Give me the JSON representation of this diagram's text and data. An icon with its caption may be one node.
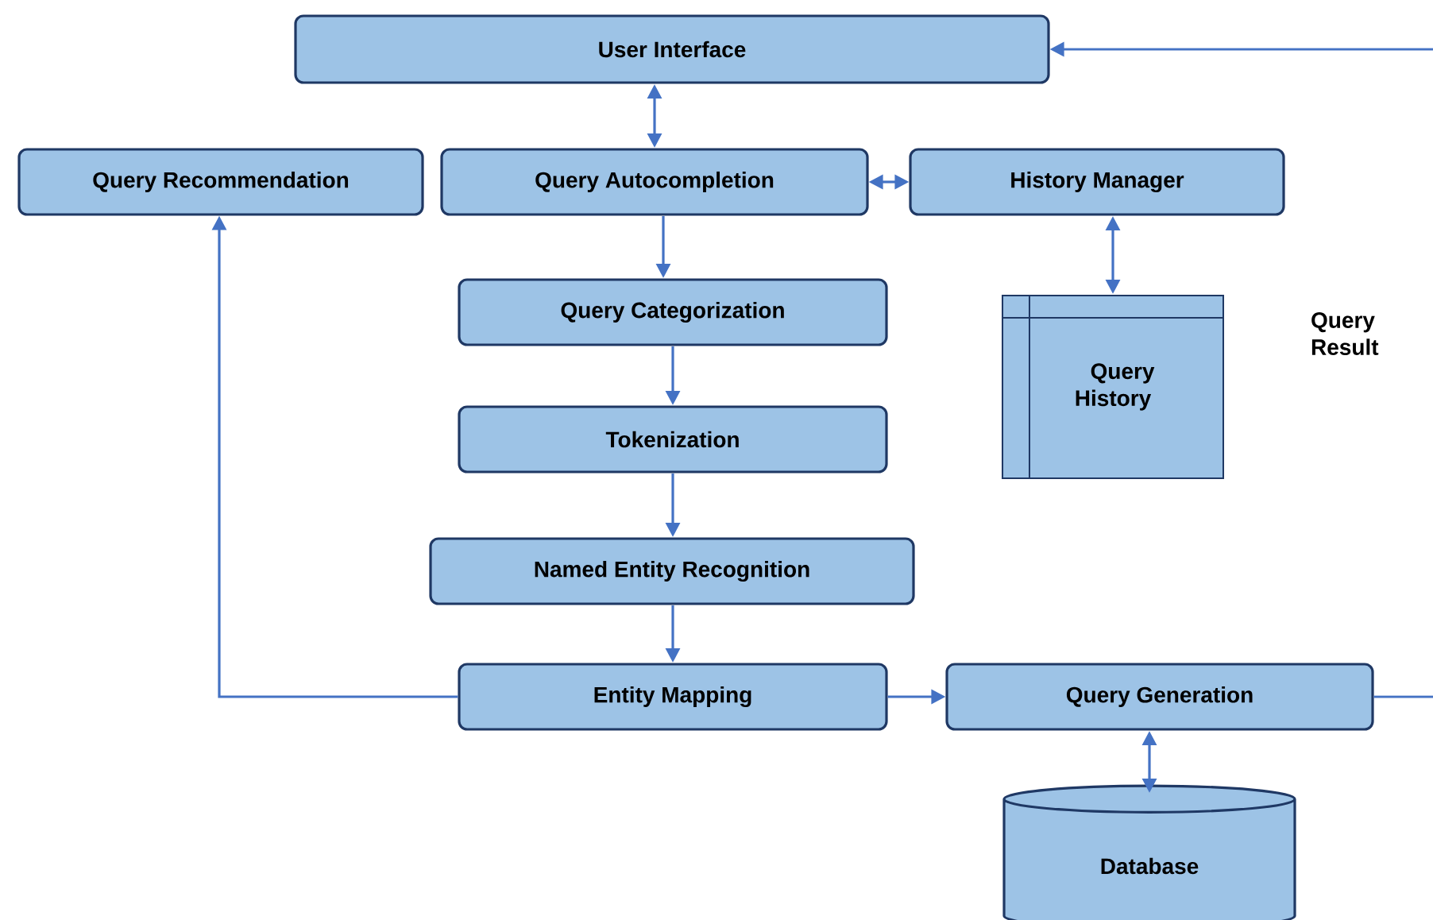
{
  "diagram": {
    "nodes": [
      {
        "text": [
          "User Interface"
        ]
      },
      {
        "text": [
          "Query Recommendation"
        ]
      },
      {
        "text": [
          "Query Autocompletion"
        ]
      },
      {
        "text": [
          "History Manager"
        ]
      },
      {
        "text": [
          "Query Categorization"
        ]
      },
      {
        "text": [
          "Tokenization"
        ]
      },
      {
        "text": [
          "Named Entity Recognition"
        ]
      },
      {
        "text": [
          "Entity Mapping"
        ]
      },
      {
        "text": [
          "Query Generation"
        ]
      },
      {
        "text": [
          "Query History"
        ]
      },
      {
        "text": [
          "Database"
        ]
      }
    ],
    "edges": [
      {
        "from": 0,
        "to": 2,
        "arrow": "both"
      },
      {
        "from": 2,
        "to": 3,
        "arrow": "both"
      },
      {
        "from": 3,
        "to": 9,
        "arrow": "both"
      },
      {
        "from": 2,
        "to": 4,
        "arrow": "to"
      },
      {
        "from": 4,
        "to": 5,
        "arrow": "to"
      },
      {
        "from": 5,
        "to": 6,
        "arrow": "to"
      },
      {
        "from": 6,
        "to": 7,
        "arrow": "to"
      },
      {
        "from": 7,
        "to": 1,
        "arrow": "to"
      },
      {
        "from": 7,
        "to": 8,
        "arrow": "to"
      },
      {
        "from": 8,
        "to": 10,
        "arrow": "both"
      },
      {
        "from": 8,
        "to": null,
        "arrow": "none"
      },
      {
        "from": null,
        "to": 0,
        "arrow": "to"
      }
    ],
    "labels": [
      "Query Result"
    ]
  }
}
